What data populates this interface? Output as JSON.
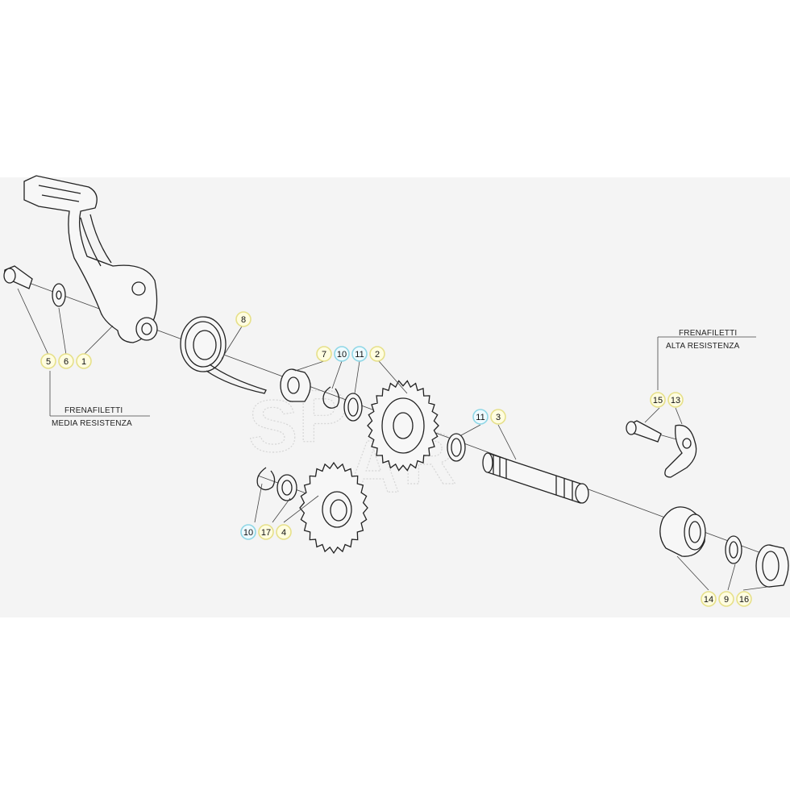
{
  "notes": {
    "left_line1": "FRENAFILETTI",
    "left_line2": "MEDIA RESISTENZA",
    "right_line1": "FRENAFILETTI",
    "right_line2": "ALTA RESISTENZA"
  },
  "callouts": [
    {
      "id": "c5",
      "label": "5",
      "color": "#e6e08a"
    },
    {
      "id": "c6",
      "label": "6",
      "color": "#e6e08a"
    },
    {
      "id": "c1",
      "label": "1",
      "color": "#e6e08a"
    },
    {
      "id": "c8",
      "label": "8",
      "color": "#e6e08a"
    },
    {
      "id": "c7",
      "label": "7",
      "color": "#e6e08a"
    },
    {
      "id": "c10a",
      "label": "10",
      "color": "#8fd7e6"
    },
    {
      "id": "c11a",
      "label": "11",
      "color": "#8fd7e6"
    },
    {
      "id": "c2",
      "label": "2",
      "color": "#e6e08a"
    },
    {
      "id": "c11b",
      "label": "11",
      "color": "#8fd7e6"
    },
    {
      "id": "c3",
      "label": "3",
      "color": "#e6e08a"
    },
    {
      "id": "c15",
      "label": "15",
      "color": "#e6e08a"
    },
    {
      "id": "c13",
      "label": "13",
      "color": "#e6e08a"
    },
    {
      "id": "c10b",
      "label": "10",
      "color": "#8fd7e6"
    },
    {
      "id": "c17",
      "label": "17",
      "color": "#e6e08a"
    },
    {
      "id": "c4",
      "label": "4",
      "color": "#e6e08a"
    },
    {
      "id": "c14",
      "label": "14",
      "color": "#e6e08a"
    },
    {
      "id": "c9",
      "label": "9",
      "color": "#e6e08a"
    },
    {
      "id": "c16",
      "label": "16",
      "color": "#e6e08a"
    }
  ]
}
